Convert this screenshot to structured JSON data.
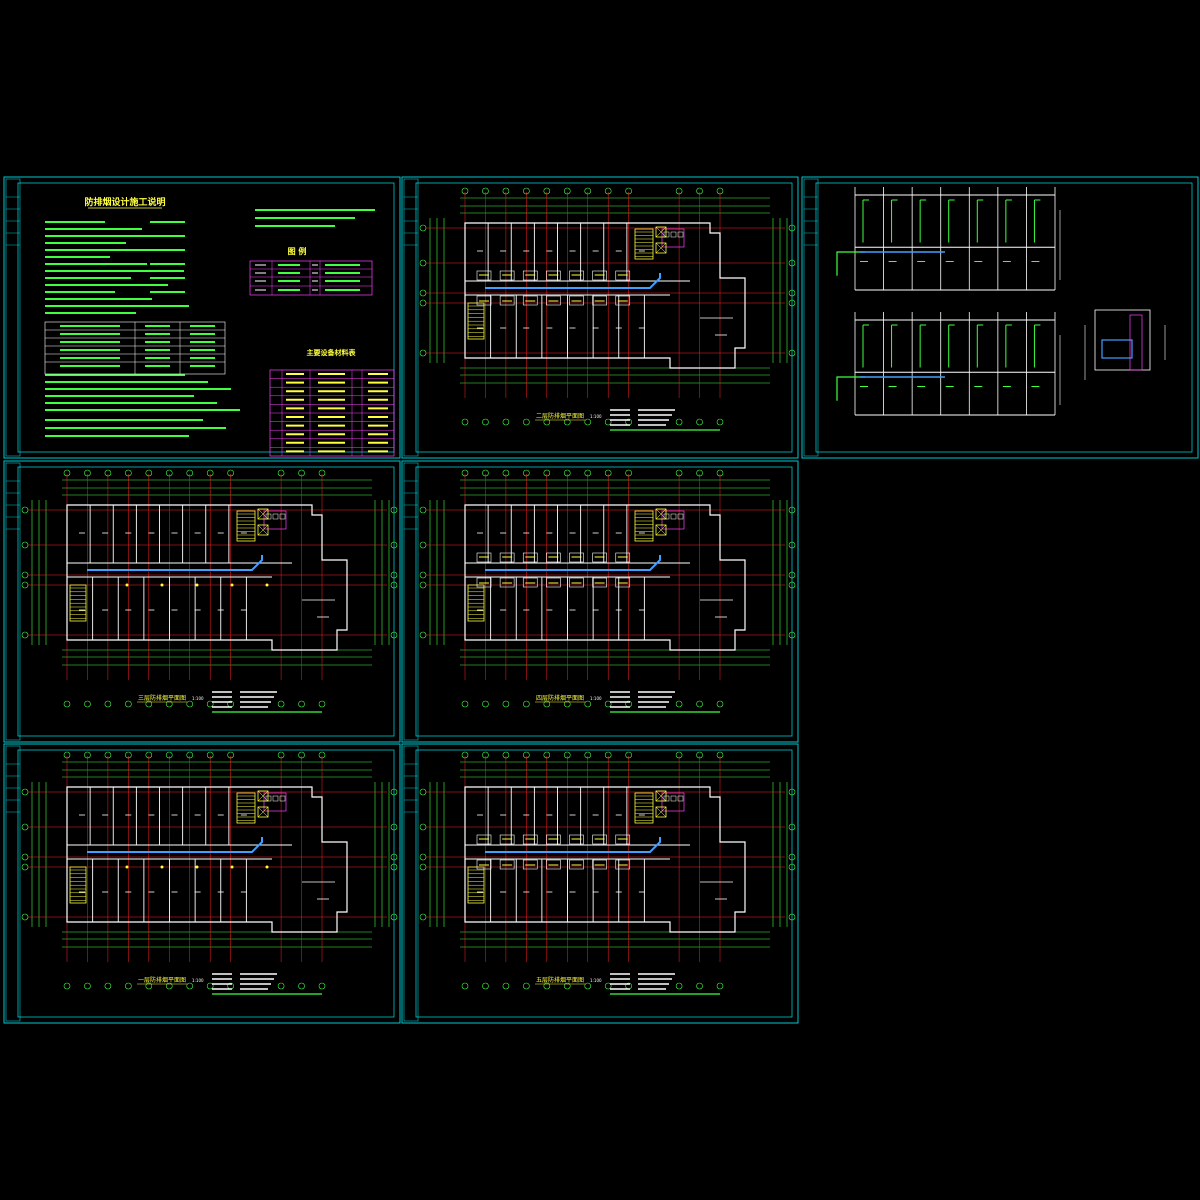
{
  "colors": {
    "background": "#000000",
    "sheet_border": "#00c8d0",
    "wall": "#ffffff",
    "axis": "#ff2020",
    "dimension": "#40ff40",
    "duct": "#40a0ff",
    "fixture": "#ff40ff",
    "text": "#ffff40",
    "note_text": "#40ff40"
  },
  "sheets": [
    {
      "id": "notes",
      "title": "防排烟设计施工说明",
      "legend_title": "图  例",
      "table_title": "主要设备材料表"
    },
    {
      "id": "plan-1",
      "title": "二层防排烟平面图",
      "scale": "1:100"
    },
    {
      "id": "sections",
      "title": ""
    },
    {
      "id": "plan-2",
      "title": "三层防排烟平面图",
      "scale": "1:100"
    },
    {
      "id": "plan-3",
      "title": "四层防排烟平面图",
      "scale": "1:100"
    },
    {
      "id": "plan-4",
      "title": "一层防排烟平面图",
      "scale": "1:100"
    },
    {
      "id": "plan-5",
      "title": "五层防排烟平面图",
      "scale": "1:100"
    }
  ]
}
